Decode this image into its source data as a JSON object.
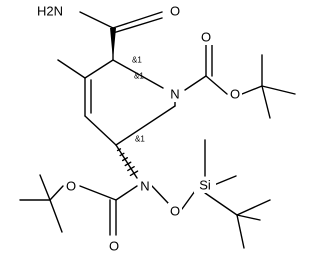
{
  "molecule": {
    "atom_labels": {
      "amide_nh2": "H2N",
      "amide_o": "O",
      "ring_n": "N",
      "boc1_o_carbonyl": "O",
      "boc1_o_ester": "O",
      "carbamate_n": "N",
      "boc2_o_carbonyl": "O",
      "boc2_o_ester": "O",
      "n_oxy_o": "O",
      "silicon": "Si"
    },
    "stereo_labels": {
      "c2": "&1",
      "c2_alt": "&1",
      "c5": "&1"
    }
  }
}
